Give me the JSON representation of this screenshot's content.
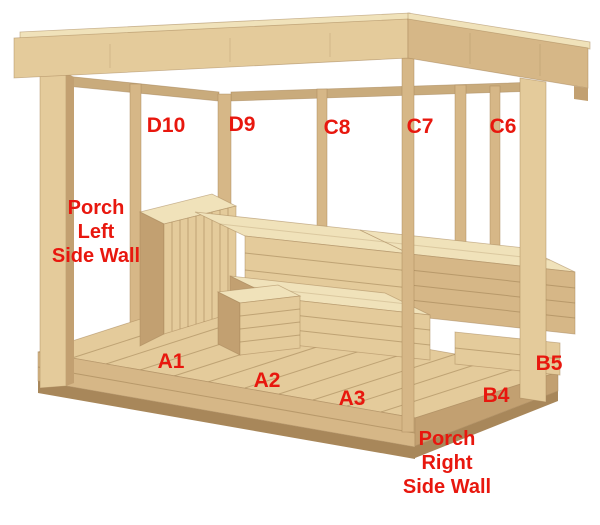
{
  "labels": {
    "d10": "D10",
    "d9": "D9",
    "c8": "C8",
    "c7": "C7",
    "c6": "C6",
    "a1": "A1",
    "a2": "A2",
    "a3": "A3",
    "b4": "B4",
    "b5": "B5"
  },
  "wall_labels": {
    "left": {
      "line1": "Porch",
      "line2": "Left",
      "line3": "Side Wall"
    },
    "right": {
      "line1": "Porch",
      "line2": "Right",
      "line3": "Side Wall"
    }
  },
  "colors": {
    "label_red": "#e8170e",
    "wood_light": "#f0e2ba",
    "wood_face": "#e4cb9b",
    "wood_face_dark": "#d6b787",
    "wood_side": "#c2a071",
    "wood_dark": "#a8875a",
    "wood_back": "#c9ab7c",
    "wood_line": "#9a7b4e"
  }
}
